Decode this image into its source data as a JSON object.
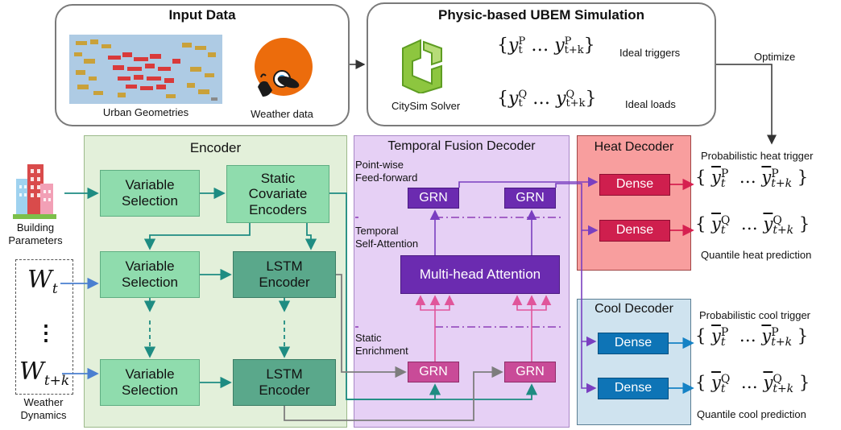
{
  "input_data": {
    "title": "Input Data",
    "geom_label": "Urban Geometries",
    "weather_label": "Weather data"
  },
  "simulation": {
    "title": "Physic-based UBEM Simulation",
    "solver_label": "CitySim Solver",
    "p_seq": "{y_t^P … y_t+k^P}",
    "q_seq": "{y_t^Q … y_t+k^Q}",
    "triggers_label": "Ideal triggers",
    "loads_label": "Ideal loads",
    "optimize_label": "Optimize"
  },
  "building": {
    "label_line1": "Building",
    "label_line2": "Parameters"
  },
  "weather_dyn": {
    "w_t": "W",
    "w_t_sub": "t",
    "dots": "⋮",
    "w_tk": "W",
    "w_tk_sub": "t+k",
    "label_line1": "Weather",
    "label_line2": "Dynamics"
  },
  "encoder": {
    "title": "Encoder",
    "vs1_l1": "Variable",
    "vs1_l2": "Selection",
    "sce_l1": "Static",
    "sce_l2": "Covariate",
    "sce_l3": "Encoders",
    "vs2_l1": "Variable",
    "vs2_l2": "Selection",
    "lstm1_l1": "LSTM",
    "lstm1_l2": "Encoder",
    "vs3_l1": "Variable",
    "vs3_l2": "Selection",
    "lstm2_l1": "LSTM",
    "lstm2_l2": "Encoder"
  },
  "tfd": {
    "title": "Temporal Fusion Decoder",
    "pwff_l1": "Point-wise",
    "pwff_l2": "Feed-forward",
    "tsa_l1": "Temporal",
    "tsa_l2": "Self-Attention",
    "se_l1": "Static",
    "se_l2": "Enrichment",
    "grn": "GRN",
    "mha": "Multi-head Attention"
  },
  "heat": {
    "title": "Heat Decoder",
    "dense": "Dense",
    "trigger_label": "Probabilistic  heat trigger",
    "quantile_label": "Quantile heat prediction"
  },
  "cool": {
    "title": "Cool Decoder",
    "dense": "Dense",
    "trigger_label": "Probabilistic  cool trigger",
    "quantile_label": "Quantile cool prediction"
  },
  "outputs": {
    "y": "y",
    "t": "t",
    "tk": "t+k",
    "P": "P",
    "Q": "Q",
    "dots": "…"
  },
  "colors": {
    "encoder_bg": "#e3f0da",
    "tfd_bg": "#e6d0f5",
    "heat_bg": "#f89e9e",
    "cool_bg": "#cfe3ef",
    "teal_arrow": "#1e8c82",
    "purple_arrow": "#7a3fc0",
    "pink_arrow": "#e0559b",
    "red_arrow": "#d62050",
    "blue_arrow": "#1582c5"
  }
}
